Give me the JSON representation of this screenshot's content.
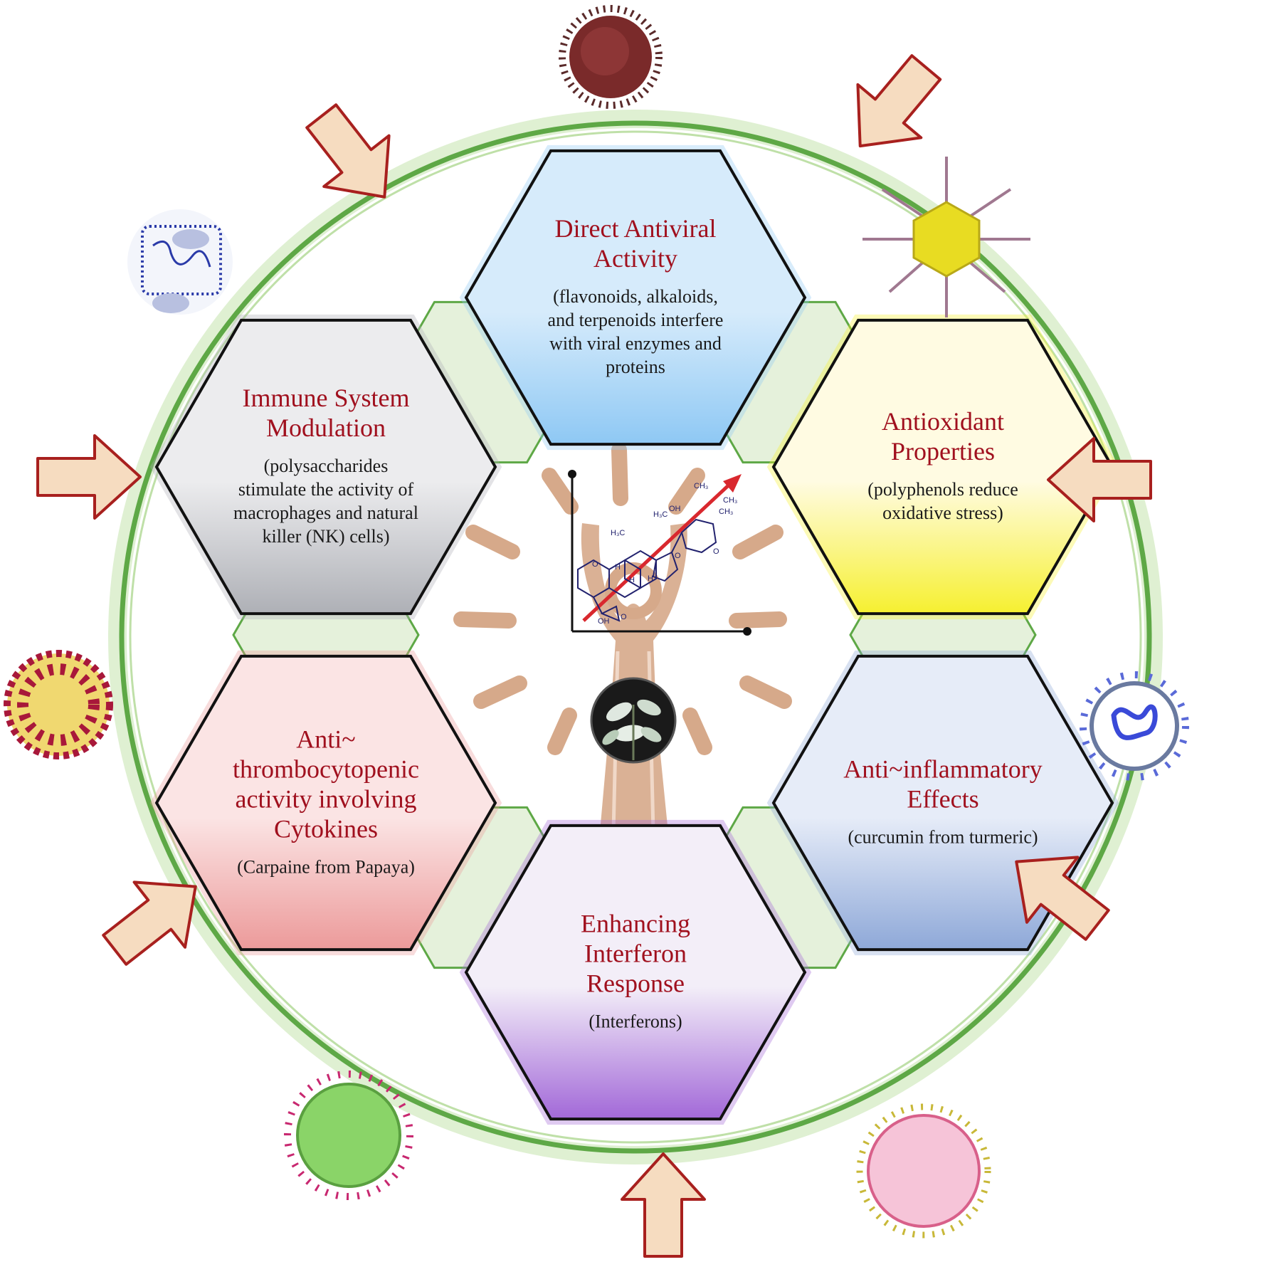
{
  "hexagons": [
    {
      "id": "direct-antiviral",
      "title": [
        "Direct Antiviral",
        "Activity"
      ],
      "desc": [
        "(flavonoids, alkaloids,",
        "and terpenoids interfere",
        "with viral enzymes and",
        "proteins"
      ],
      "colors": [
        "#d6ebfb",
        "#8ec8f4"
      ]
    },
    {
      "id": "antioxidant",
      "title": [
        "Antioxidant",
        "Properties"
      ],
      "desc": [
        "(polyphenols reduce",
        "oxidative stress)"
      ],
      "colors": [
        "#fffbe2",
        "#f6f030"
      ]
    },
    {
      "id": "anti-inflammatory",
      "title": [
        "Anti~inflammatory",
        "Effects"
      ],
      "desc": [
        "(curcumin from turmeric)"
      ],
      "colors": [
        "#e6ecf8",
        "#8ea8d8"
      ]
    },
    {
      "id": "interferon",
      "title": [
        "Enhancing",
        "Interferon",
        "Response"
      ],
      "desc": [
        "(Interferons)"
      ],
      "colors": [
        "#f3eef8",
        "#a268d8"
      ]
    },
    {
      "id": "anti-thrombocytopenic",
      "title": [
        "Anti~",
        "thrombocytopenic",
        "activity involving",
        "Cytokines"
      ],
      "desc": [
        "(Carpaine from Papaya)"
      ],
      "colors": [
        "#fbe4e4",
        "#ec9a9a"
      ]
    },
    {
      "id": "immune-modulation",
      "title": [
        "Immune System",
        "Modulation"
      ],
      "desc": [
        "(polysaccharides",
        "stimulate the activity of",
        "macrophages and natural",
        "killer (NK) cells)"
      ],
      "colors": [
        "#ececee",
        "#aeb0b6"
      ]
    }
  ],
  "structure_labels": [
    "CH₃",
    "CH₃",
    "H₃C",
    "OH",
    "CH₃",
    "H₃C",
    "H",
    "H",
    "H",
    "O",
    "O",
    "O",
    "OH",
    "O"
  ],
  "colors": {
    "ring": "#5ea846",
    "hex_outline": "#111111",
    "title": "#a0101e",
    "arrow_fill": "#f6dcc0",
    "arrow_stroke": "#a8201e",
    "figure": "#d6a98a"
  }
}
